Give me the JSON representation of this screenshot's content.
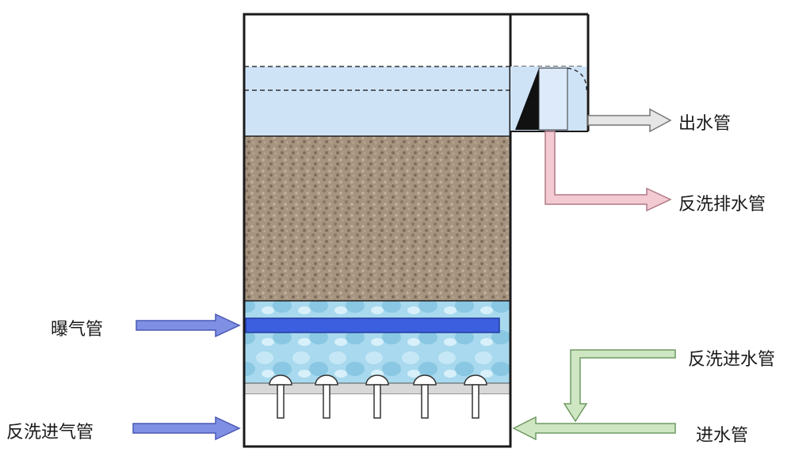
{
  "labels": {
    "outlet_pipe": "出水管",
    "backwash_drain_pipe": "反洗排水管",
    "aeration_pipe": "曝气管",
    "backwash_water_inlet_pipe": "反洗进水管",
    "backwash_air_inlet_pipe": "反洗进气管",
    "water_inlet_pipe": "进水管"
  },
  "colors": {
    "water": "#cfe3f7",
    "filter_media": "#a69480",
    "gravel_layer": "#9fd3ea",
    "aeration_pipe": "#3c5fe0",
    "arrow_outlet": "#e6e6e6",
    "arrow_drain": "#f3c9d2",
    "arrow_green": "#cfe6c2",
    "arrow_blue": "#7f8fe3",
    "support_plate": "#d8d8d8",
    "outline": "#1a1a1a"
  },
  "nozzle_count": 5
}
